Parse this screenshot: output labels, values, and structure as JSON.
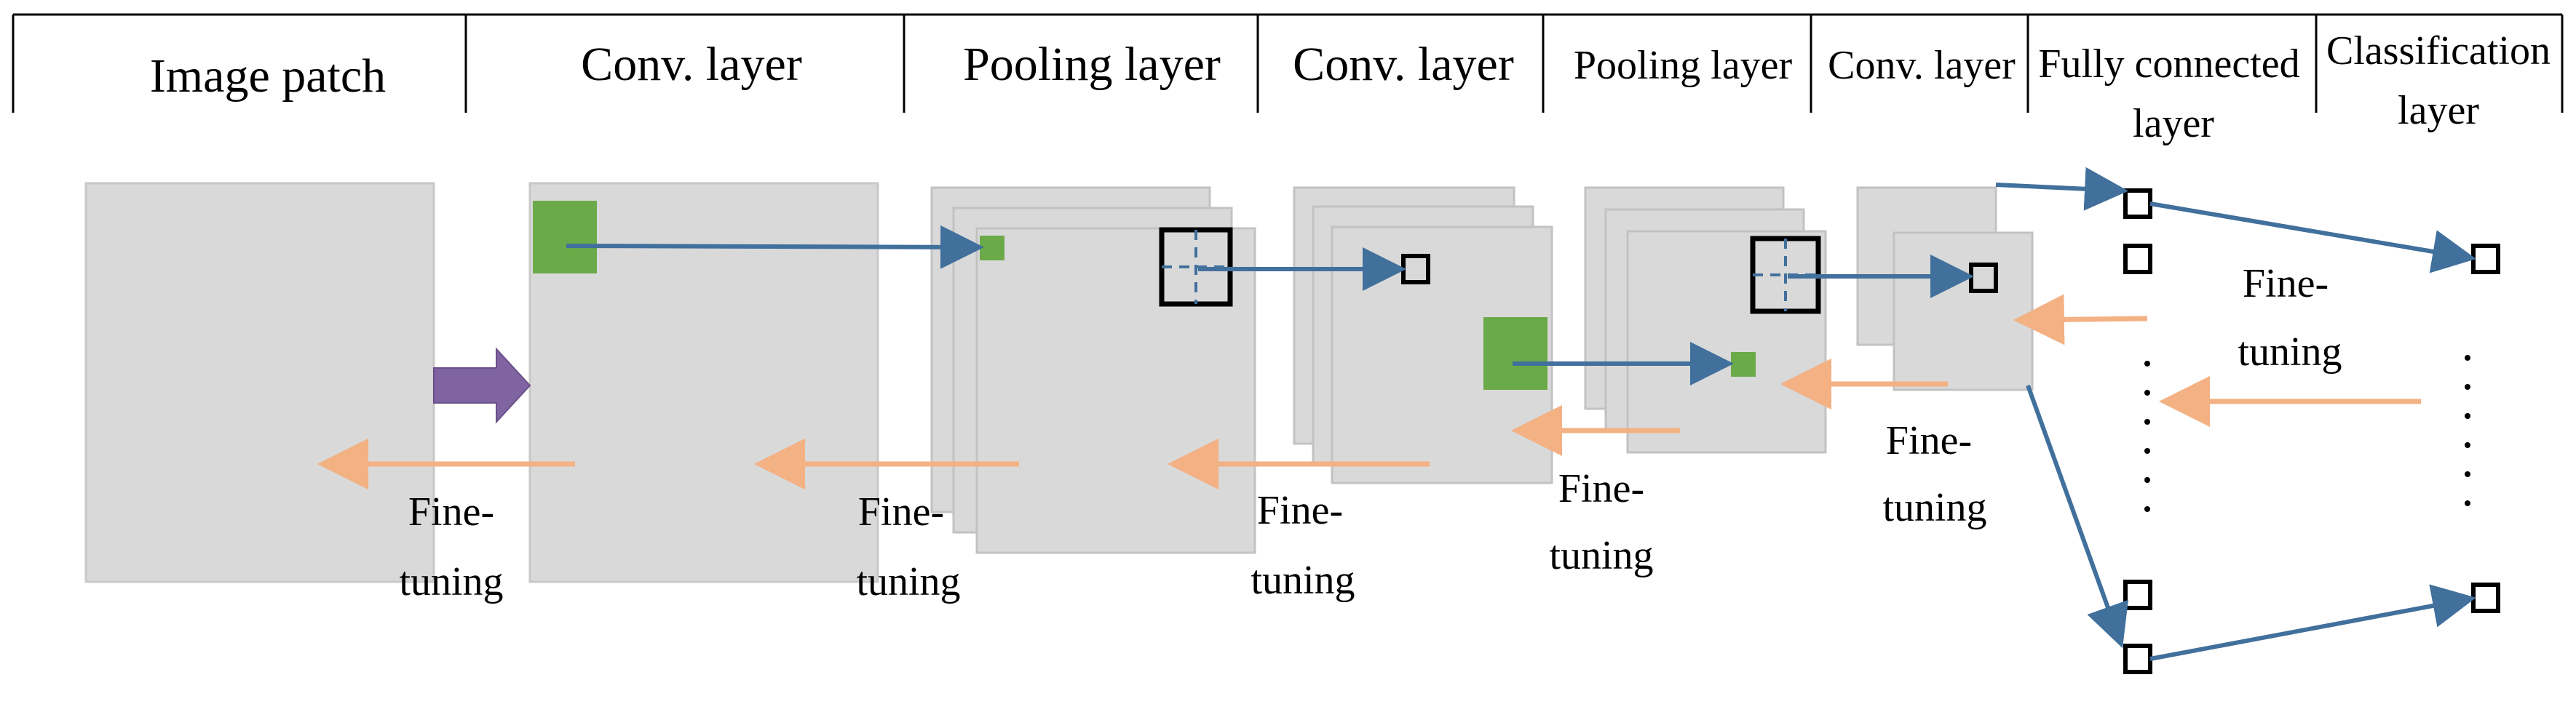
{
  "headers": {
    "image_patch": "Image patch",
    "conv1": "Conv. layer",
    "pool1": "Pooling layer",
    "conv2": "Conv. layer",
    "pool2": "Pooling layer",
    "conv3": "Conv. layer",
    "fc_line1": "Fully connected",
    "fc_line2": "layer",
    "cls_line1": "Classification",
    "cls_line2": "layer"
  },
  "fine_tuning": {
    "line1": "Fine-",
    "line2": "tuning"
  },
  "colors": {
    "map_fill": "#d9d9d9",
    "map_edge": "#c8c8c8",
    "kernel": "#6aaa48",
    "forward_arrow": "#41709c",
    "backward_arrow": "#f4b183",
    "input_arrow": "#8064a2",
    "node_stroke": "#000000"
  },
  "icons": {
    "forward": "arrow-right-icon",
    "backward": "arrow-left-icon",
    "input": "block-arrow-right-icon",
    "neuron": "square-node-icon"
  }
}
